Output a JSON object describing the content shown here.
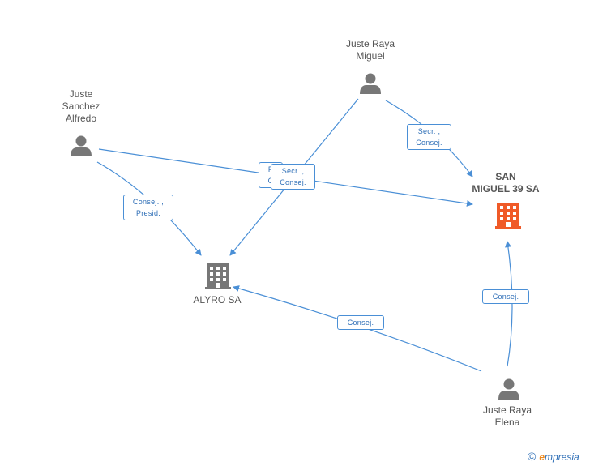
{
  "nodes": {
    "juste_raya_miguel": {
      "label": "Juste Raya\nMiguel"
    },
    "juste_sanchez_alfredo": {
      "label": "Juste\nSanchez\nAlfredo"
    },
    "san_miguel_39": {
      "label": "SAN\nMIGUEL 39 SA"
    },
    "alyro": {
      "label": "ALYRO SA"
    },
    "juste_raya_elena": {
      "label": "Juste Raya\nElena"
    }
  },
  "edges": {
    "miguel_to_san_miguel": "Secr. ,\nConsej.",
    "miguel_to_alyro": "Secr. ,\nConsej.",
    "alfredo_to_san_miguel": "P\nC",
    "alfredo_to_alyro": "Consej. ,\nPresid.",
    "elena_to_san_miguel": "Consej.",
    "elena_to_alyro": "Consej."
  },
  "colors": {
    "edge": "#4a8fd6",
    "person": "#777777",
    "company": "#777777",
    "focus_company": "#f05a28"
  },
  "brand": {
    "copyright": "©",
    "e": "e",
    "rest": "mpresia"
  }
}
